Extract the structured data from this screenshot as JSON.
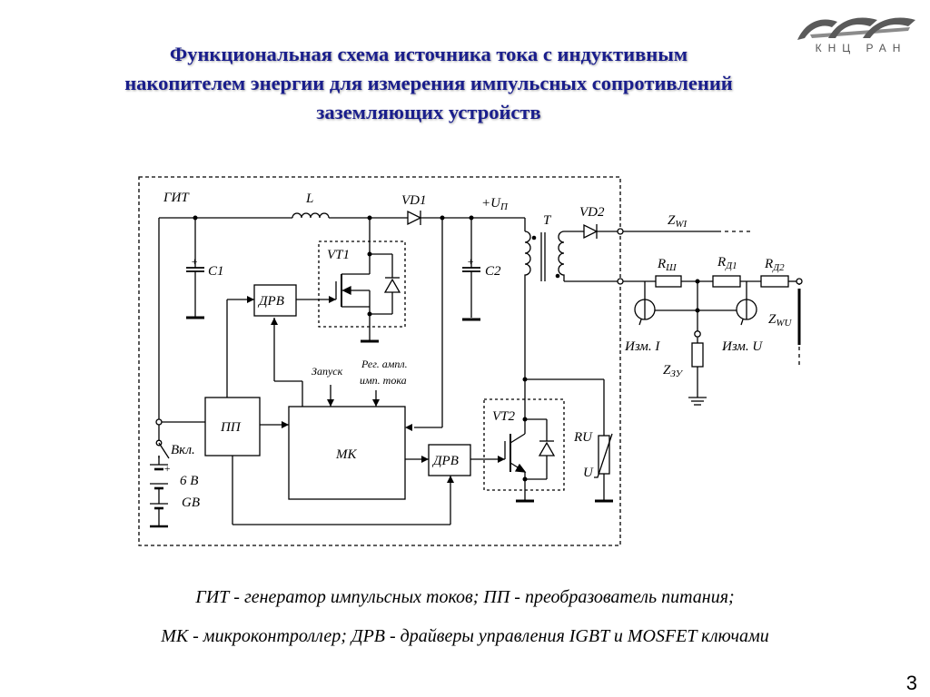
{
  "slide": {
    "title_lines": [
      "Функциональная схема источника тока с индуктивным",
      "накопителем энергии для измерения импульсных сопротивлений",
      "заземляющих устройств"
    ],
    "page_number": "3"
  },
  "logo": {
    "org_text": "КНЦ РАН",
    "colors": {
      "primary": "#5a5a5a"
    }
  },
  "diagram": {
    "labels": {
      "git": "ГИТ",
      "inductor": "L",
      "vd1": "VD1",
      "supply": "+U",
      "supply_sub": "П",
      "transformer": "T",
      "vd2": "VD2",
      "zwi": "Z",
      "zwi_sub": "WI",
      "c1": "C1",
      "c2": "C2",
      "vt1": "VT1",
      "drv1": "ДРВ",
      "drv2": "ДРВ",
      "pp": "ПП",
      "mk": "МК",
      "start": "Запуск",
      "reg_line1": "Рег. ампл.",
      "reg_line2": "имп. тока",
      "vt2": "VT2",
      "ru": "RU",
      "ru_u": "U",
      "switch": "Вкл.",
      "battery_voltage": "6 В",
      "battery": "GB",
      "r_sh": "R",
      "r_sh_sub": "Ш",
      "r_d1": "R",
      "r_d1_sub": "Д1",
      "r_d2": "R",
      "r_d2_sub": "Д2",
      "zwu": "Z",
      "zwu_sub": "WU",
      "meas_i": "Изм. I",
      "meas_u": "Изм. U",
      "zzu": "Z",
      "zzu_sub": "ЗУ",
      "plus": "+"
    }
  },
  "legend": {
    "line1": "ГИТ - генератор импульсных токов; ПП - преобразователь питания;",
    "line2": "МК - микроконтроллер; ДРВ - драйверы управления IGBT и MOSFET ключами"
  }
}
